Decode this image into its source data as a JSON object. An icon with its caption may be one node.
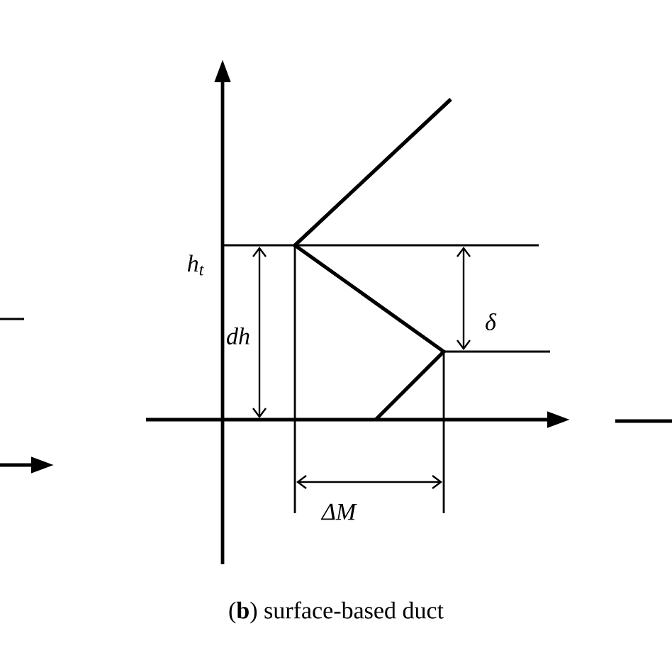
{
  "diagram": {
    "caption": "(**b**) surface-based duct",
    "labels": [
      "h$_{t}$",
      "dh",
      "δ",
      "ΔM"
    ]
  }
}
